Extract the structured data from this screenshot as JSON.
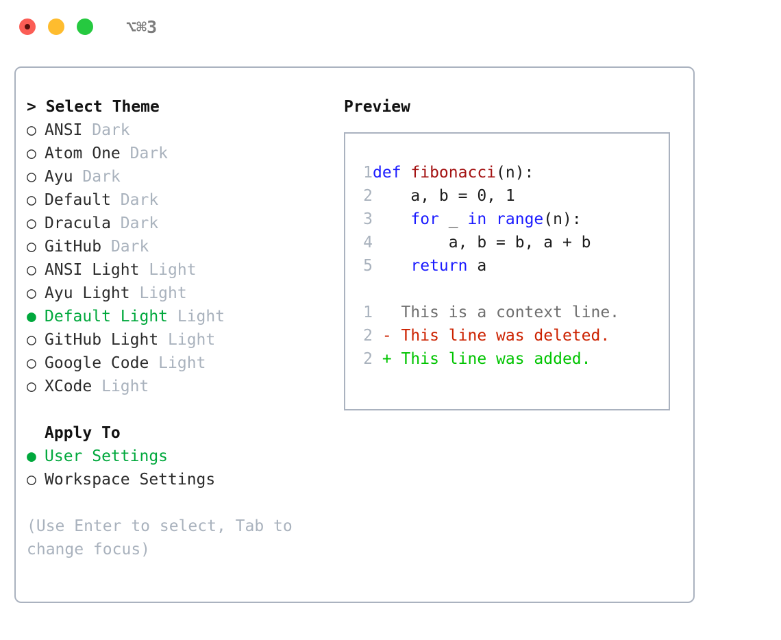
{
  "titlebar": {
    "dots": [
      {
        "name": "close-dot",
        "color": "#fb5d55"
      },
      {
        "name": "minimize-dot",
        "color": "#febc2e"
      },
      {
        "name": "maximize-dot",
        "color": "#26c940"
      }
    ],
    "shortcut": "⌥⌘3"
  },
  "theme_panel": {
    "header": "> Select Theme",
    "items": [
      {
        "marker": "○",
        "label": "ANSI",
        "meta": "Dark",
        "selected": false
      },
      {
        "marker": "○",
        "label": "Atom One",
        "meta": "Dark",
        "selected": false
      },
      {
        "marker": "○",
        "label": "Ayu",
        "meta": "Dark",
        "selected": false
      },
      {
        "marker": "○",
        "label": "Default",
        "meta": "Dark",
        "selected": false
      },
      {
        "marker": "○",
        "label": "Dracula",
        "meta": "Dark",
        "selected": false
      },
      {
        "marker": "○",
        "label": "GitHub",
        "meta": "Dark",
        "selected": false
      },
      {
        "marker": "○",
        "label": "ANSI Light",
        "meta": "Light",
        "selected": false
      },
      {
        "marker": "○",
        "label": "Ayu Light",
        "meta": "Light",
        "selected": false
      },
      {
        "marker": "●",
        "label": "Default Light",
        "meta": "Light",
        "selected": true
      },
      {
        "marker": "○",
        "label": "GitHub Light",
        "meta": "Light",
        "selected": false
      },
      {
        "marker": "○",
        "label": "Google Code",
        "meta": "Light",
        "selected": false
      },
      {
        "marker": "○",
        "label": "XCode",
        "meta": "Light",
        "selected": false
      }
    ]
  },
  "apply_to": {
    "header": "Apply To",
    "items": [
      {
        "marker": "●",
        "label": "User Settings",
        "meta": "",
        "selected": true
      },
      {
        "marker": "○",
        "label": "Workspace Settings",
        "meta": "",
        "selected": false
      }
    ]
  },
  "hint": "(Use Enter to select, Tab to change focus)",
  "preview": {
    "title": "Preview",
    "code_lines": [
      {
        "num": "1",
        "tokens": [
          {
            "t": "def ",
            "c": "kw"
          },
          {
            "t": "fibonacci",
            "c": "fn"
          },
          {
            "t": "(n):",
            "c": "txt"
          }
        ]
      },
      {
        "num": "2",
        "tokens": [
          {
            "t": "    a, b = 0, 1",
            "c": "txt"
          }
        ]
      },
      {
        "num": "3",
        "tokens": [
          {
            "t": "    ",
            "c": "txt"
          },
          {
            "t": "for",
            "c": "kw"
          },
          {
            "t": " _ ",
            "c": "txt"
          },
          {
            "t": "in",
            "c": "kw"
          },
          {
            "t": " ",
            "c": "txt"
          },
          {
            "t": "range",
            "c": "kw"
          },
          {
            "t": "(n):",
            "c": "txt"
          }
        ]
      },
      {
        "num": "4",
        "tokens": [
          {
            "t": "        a, b = b, a + b",
            "c": "txt"
          }
        ]
      },
      {
        "num": "5",
        "tokens": [
          {
            "t": "    ",
            "c": "txt"
          },
          {
            "t": "return",
            "c": "kw"
          },
          {
            "t": " a",
            "c": "txt"
          }
        ]
      },
      {
        "num": "",
        "tokens": [
          {
            "t": "",
            "c": "txt"
          }
        ]
      },
      {
        "num": "1",
        "tokens": [
          {
            "t": "   This is a context line.",
            "c": "ctx"
          }
        ]
      },
      {
        "num": "2",
        "tokens": [
          {
            "t": " - This line was deleted.",
            "c": "del"
          }
        ]
      },
      {
        "num": "2",
        "tokens": [
          {
            "t": " + This line was added.",
            "c": "add"
          }
        ]
      }
    ]
  },
  "colors": {
    "accent_green": "#00a83c",
    "border": "#aab2bf",
    "meta_gray": "#a9b2bd",
    "keyword_blue": "#1a1aff",
    "function_red": "#a41313",
    "diff_deleted": "#cc2200",
    "diff_added": "#00c400"
  }
}
